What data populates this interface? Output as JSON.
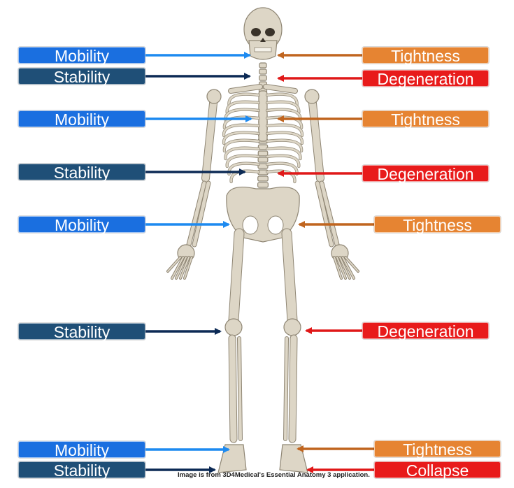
{
  "colors": {
    "mobility": "#1a6fe0",
    "stability": "#1f4f77",
    "tightness": "#e68432",
    "degeneration": "#e81b1b",
    "mobility_arrow": "#1d8af0",
    "stability_arrow": "#0c2a55",
    "tightness_arrow": "#c0651f",
    "degeneration_arrow": "#e01818",
    "bone": "#ddd6c6",
    "bone_edge": "#8f8674"
  },
  "left_labels": [
    {
      "text": "Mobility",
      "kind": "mobility"
    },
    {
      "text": "Stability",
      "kind": "stability"
    },
    {
      "text": "Mobility",
      "kind": "mobility"
    },
    {
      "text": "Stability",
      "kind": "stability"
    },
    {
      "text": "Mobility",
      "kind": "mobility"
    },
    {
      "text": "Stability",
      "kind": "stability"
    },
    {
      "text": "Mobility",
      "kind": "mobility"
    },
    {
      "text": "Stability",
      "kind": "stability"
    }
  ],
  "right_labels": [
    {
      "text": "Tightness",
      "kind": "tightness"
    },
    {
      "text": "Degeneration",
      "kind": "degeneration"
    },
    {
      "text": "Tightness",
      "kind": "tightness"
    },
    {
      "text": "Degeneration",
      "kind": "degeneration"
    },
    {
      "text": "Tightness",
      "kind": "tightness"
    },
    {
      "text": "Degeneration",
      "kind": "degeneration"
    },
    {
      "text": "Tightness",
      "kind": "tightness"
    },
    {
      "text": "Collapse",
      "kind": "degeneration"
    }
  ],
  "credit": "Image is from 3D4Medical's Essential Anatomy 3 application."
}
